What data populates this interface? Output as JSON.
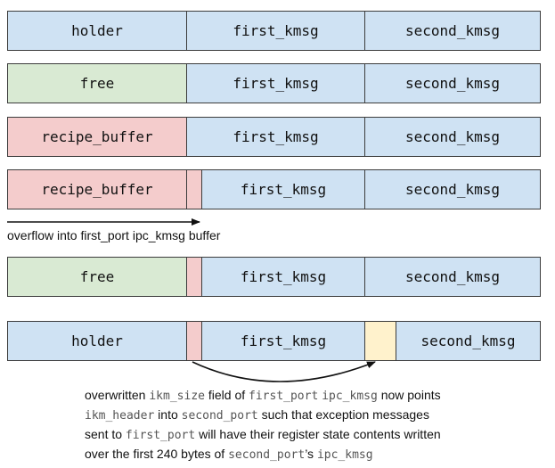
{
  "colors": {
    "blue": "#cfe2f3",
    "green": "#d9ead3",
    "red": "#f4cccc",
    "yellow": "#fff2cc",
    "border": "#3c3c3c"
  },
  "rows": [
    {
      "cells": [
        "holder",
        "first_kmsg",
        "second_kmsg"
      ]
    },
    {
      "cells": [
        "free",
        "first_kmsg",
        "second_kmsg"
      ]
    },
    {
      "cells": [
        "recipe_buffer",
        "first_kmsg",
        "second_kmsg"
      ]
    },
    {
      "cells": [
        "recipe_buffer",
        "",
        "first_kmsg",
        "second_kmsg"
      ]
    },
    {
      "cells": [
        "free",
        "",
        "first_kmsg",
        "second_kmsg"
      ]
    },
    {
      "cells": [
        "holder",
        "",
        "first_kmsg",
        "",
        "second_kmsg"
      ]
    }
  ],
  "overflow_caption": "overflow into first_port ipc_kmsg buffer",
  "note": {
    "t1": "overwritten ",
    "m1": "ikm_size",
    "t2": " field of ",
    "m2": "first_port",
    "t3": " ",
    "m3": "ipc_kmsg",
    "t4": " now points",
    "m4": "ikm_header",
    "t5": " into ",
    "m5": "second_port",
    "t6": " such that exception messages",
    "t7": "sent to ",
    "m6": "first_port",
    "t8": " will have their register state contents written",
    "t9": "over the first 240 bytes of ",
    "m7": "second_port",
    "t10": "’s ",
    "m8": "ipc_kmsg"
  }
}
